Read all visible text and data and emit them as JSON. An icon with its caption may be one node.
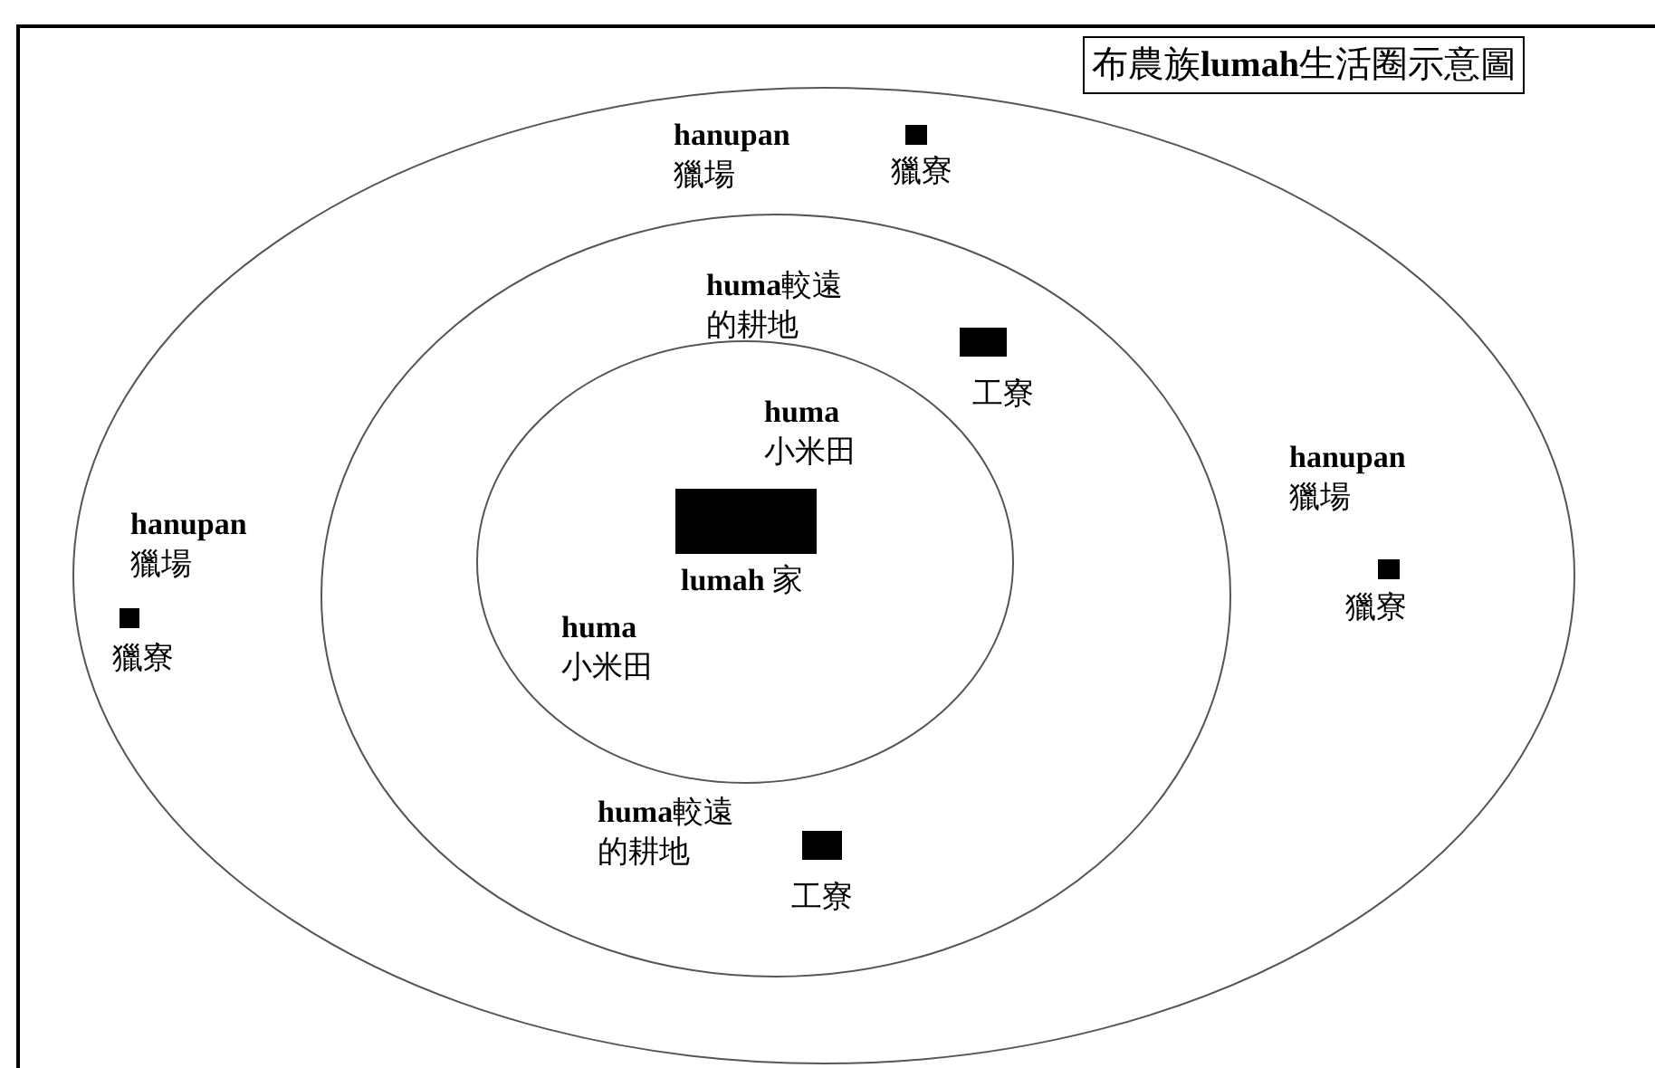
{
  "diagram": {
    "title": "布農族**lumah**生活圈示意圖",
    "nodes": [
      {
        "text": [
          "hanupan 獵場",
          "hanupan 獵場",
          "hanupan 獵場"
        ]
      },
      {
        "text": [
          "huma較遠的耕地",
          "huma較遠的耕地"
        ],
        "in": 0
      },
      {
        "text": [
          "huma 小米田",
          "huma 小米田"
        ],
        "in": 1
      },
      {
        "text": [],
        "shape": "box",
        "in": 0,
        "beside": [
          "獵寮"
        ]
      },
      {
        "text": [],
        "shape": "box",
        "in": 1,
        "beside": [
          "工寮"
        ]
      },
      {
        "text": [],
        "shape": "box",
        "in": 2,
        "beside": [
          "lumah 家"
        ]
      },
      {
        "text": [],
        "shape": "box",
        "in": 0,
        "beside": [
          "獵寮"
        ]
      },
      {
        "text": [],
        "shape": "box",
        "in": 0,
        "beside": [
          "獵寮"
        ]
      },
      {
        "text": [],
        "shape": "box",
        "in": 1,
        "beside": [
          "工寮"
        ]
      }
    ],
    "edges": []
  }
}
